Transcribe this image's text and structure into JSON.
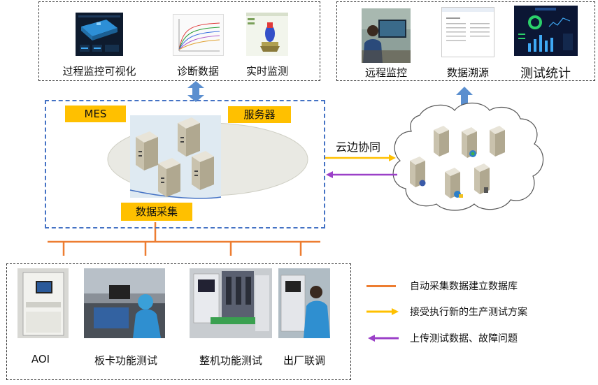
{
  "top_left_group": {
    "items": [
      {
        "label": "过程监控可视化"
      },
      {
        "label": "诊断数据"
      },
      {
        "label": "实时监测"
      }
    ]
  },
  "top_right_group": {
    "items": [
      {
        "label": "远程监控"
      },
      {
        "label": "数据溯源"
      },
      {
        "label": "测试统计"
      }
    ]
  },
  "server_zone": {
    "mes_label": "MES",
    "server_label": "服务器",
    "collect_label": "数据采集"
  },
  "cloud": {
    "sync_label": "云边协同"
  },
  "bottom_group": {
    "items": [
      {
        "label": "AOI"
      },
      {
        "label": "板卡功能测试"
      },
      {
        "label": "整机功能测试"
      },
      {
        "label": "出厂联调"
      }
    ]
  },
  "legend": [
    {
      "label": "自动采集数据建立数据库",
      "color": "#ed7d31"
    },
    {
      "label": "接受执行新的生产测试方案",
      "color": "#ffc000"
    },
    {
      "label": "上传测试数据、故障问题",
      "color": "#7030a0"
    }
  ],
  "colors": {
    "accent_blue": "#5b8fcf",
    "bus_orange": "#ed7d31",
    "arrow_yellow": "#ffc000",
    "arrow_purple": "#9b40c8"
  }
}
